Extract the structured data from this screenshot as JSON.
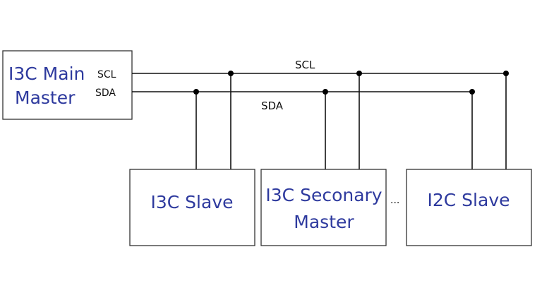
{
  "master": {
    "line1": "I3C Main",
    "line2": "Master",
    "scl_pin": "SCL",
    "sda_pin": "SDA"
  },
  "bus": {
    "scl_label": "SCL",
    "sda_label": "SDA"
  },
  "devices": [
    {
      "line1": "I3C Slave",
      "line2": ""
    },
    {
      "line1": "I3C Seconary",
      "line2": "Master"
    },
    {
      "line1": "I2C Slave",
      "line2": ""
    }
  ],
  "ellipsis": "..."
}
